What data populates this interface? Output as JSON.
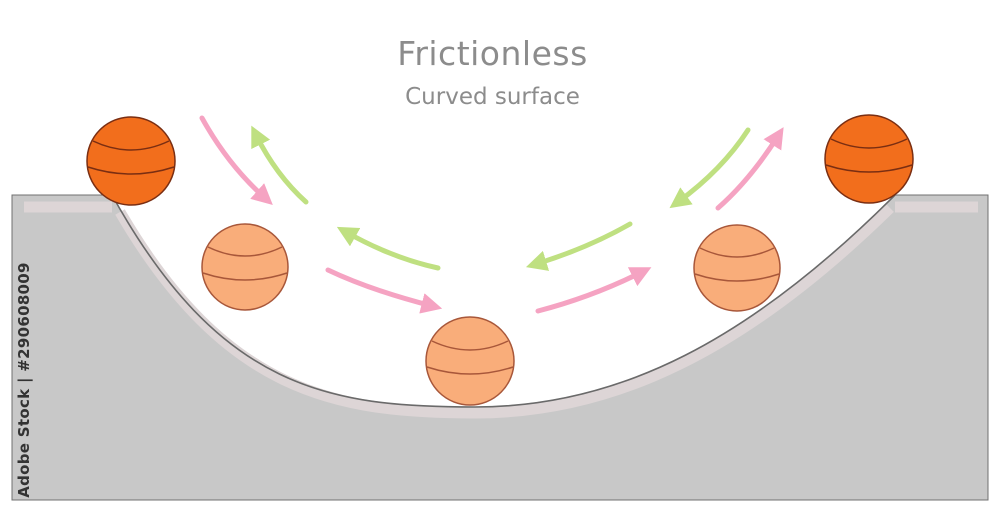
{
  "diagram": {
    "title": "Frictionless",
    "subtitle": "Curved surface",
    "stock_id": "Adobe Stock | #290608009"
  },
  "colors": {
    "ground": "#c8c8c8",
    "surface_band": "#ddd5d6",
    "surface_edge": "#707070",
    "ball_dark": "#f26e1c",
    "ball_dark_outline": "#7a2e12",
    "ball_light": "#f9ad7a",
    "ball_light_outline": "#a8573a",
    "arrow_pink": "#f5a3c2",
    "arrow_green": "#bfe081",
    "title_text": "#8c8c8c"
  },
  "icons": {
    "ball": "basketball-icon",
    "arrow_down": "pink-arrow-icon",
    "arrow_up": "green-arrow-icon"
  }
}
